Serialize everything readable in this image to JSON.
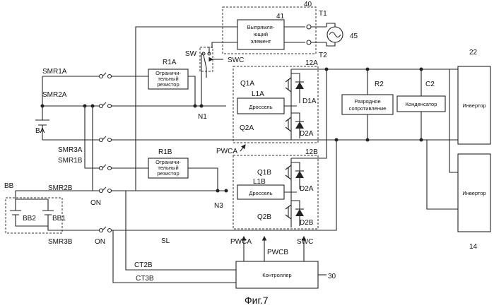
{
  "diagram": {
    "figure_caption": "Фиг.7",
    "rectifier": {
      "ref": "40",
      "sub_ref": "41",
      "lines": [
        "Выпрямля-",
        "ющий",
        "элемент"
      ],
      "t1": "T1",
      "t2": "T2",
      "source_ref": "45"
    },
    "switch_labels": {
      "sw": "SW",
      "swc": "SWC"
    },
    "converter_a": {
      "ref": "12A",
      "q1": "Q1A",
      "q2": "Q2A",
      "l1": "L1A",
      "d1": "D1A",
      "d2": "D2A",
      "choke": "Дроссель"
    },
    "converter_b": {
      "ref": "12B",
      "q1": "Q1B",
      "q2": "Q2B",
      "l1": "L1B",
      "d1": "D2A",
      "d2": "D2B",
      "choke": "Дроссель"
    },
    "relays": {
      "smr1a": "SMR1A",
      "smr2a": "SMR2A",
      "smr3a": "SMR3A",
      "smr1b": "SMR1B",
      "smr2b": "SMR2B",
      "smr3b": "SMR3B",
      "on1": "ON",
      "on2": "ON"
    },
    "resistor_a": {
      "ref": "R1A",
      "lines": [
        "Ограничи-",
        "тельный",
        "резистор"
      ]
    },
    "resistor_b": {
      "ref": "R1B",
      "lines": [
        "Ограничи-",
        "тельный",
        "резистор"
      ]
    },
    "nodes": {
      "n1": "N1",
      "n3": "N3"
    },
    "battery_a": "BA",
    "battery_b": {
      "group": "BB",
      "b1": "BB1",
      "b2": "BB2"
    },
    "discharge_resistor": {
      "ref": "R2",
      "lines": [
        "Разрядное",
        "сопротивление"
      ]
    },
    "capacitor": {
      "ref": "C2",
      "label": "Конденсатор"
    },
    "inverter_top": {
      "ref": "22",
      "label": "Инвертор"
    },
    "inverter_bottom": {
      "ref": "14",
      "label": "Инвертор"
    },
    "controller": {
      "ref": "30",
      "label": "Контроллер"
    },
    "signals": {
      "pwca_mid": "PWCA",
      "pwca": "PWCA",
      "pwcb": "PWCB",
      "swc": "SWC",
      "ct2b": "CT2B",
      "ct3b": "CT3B",
      "sl": "SL"
    }
  }
}
